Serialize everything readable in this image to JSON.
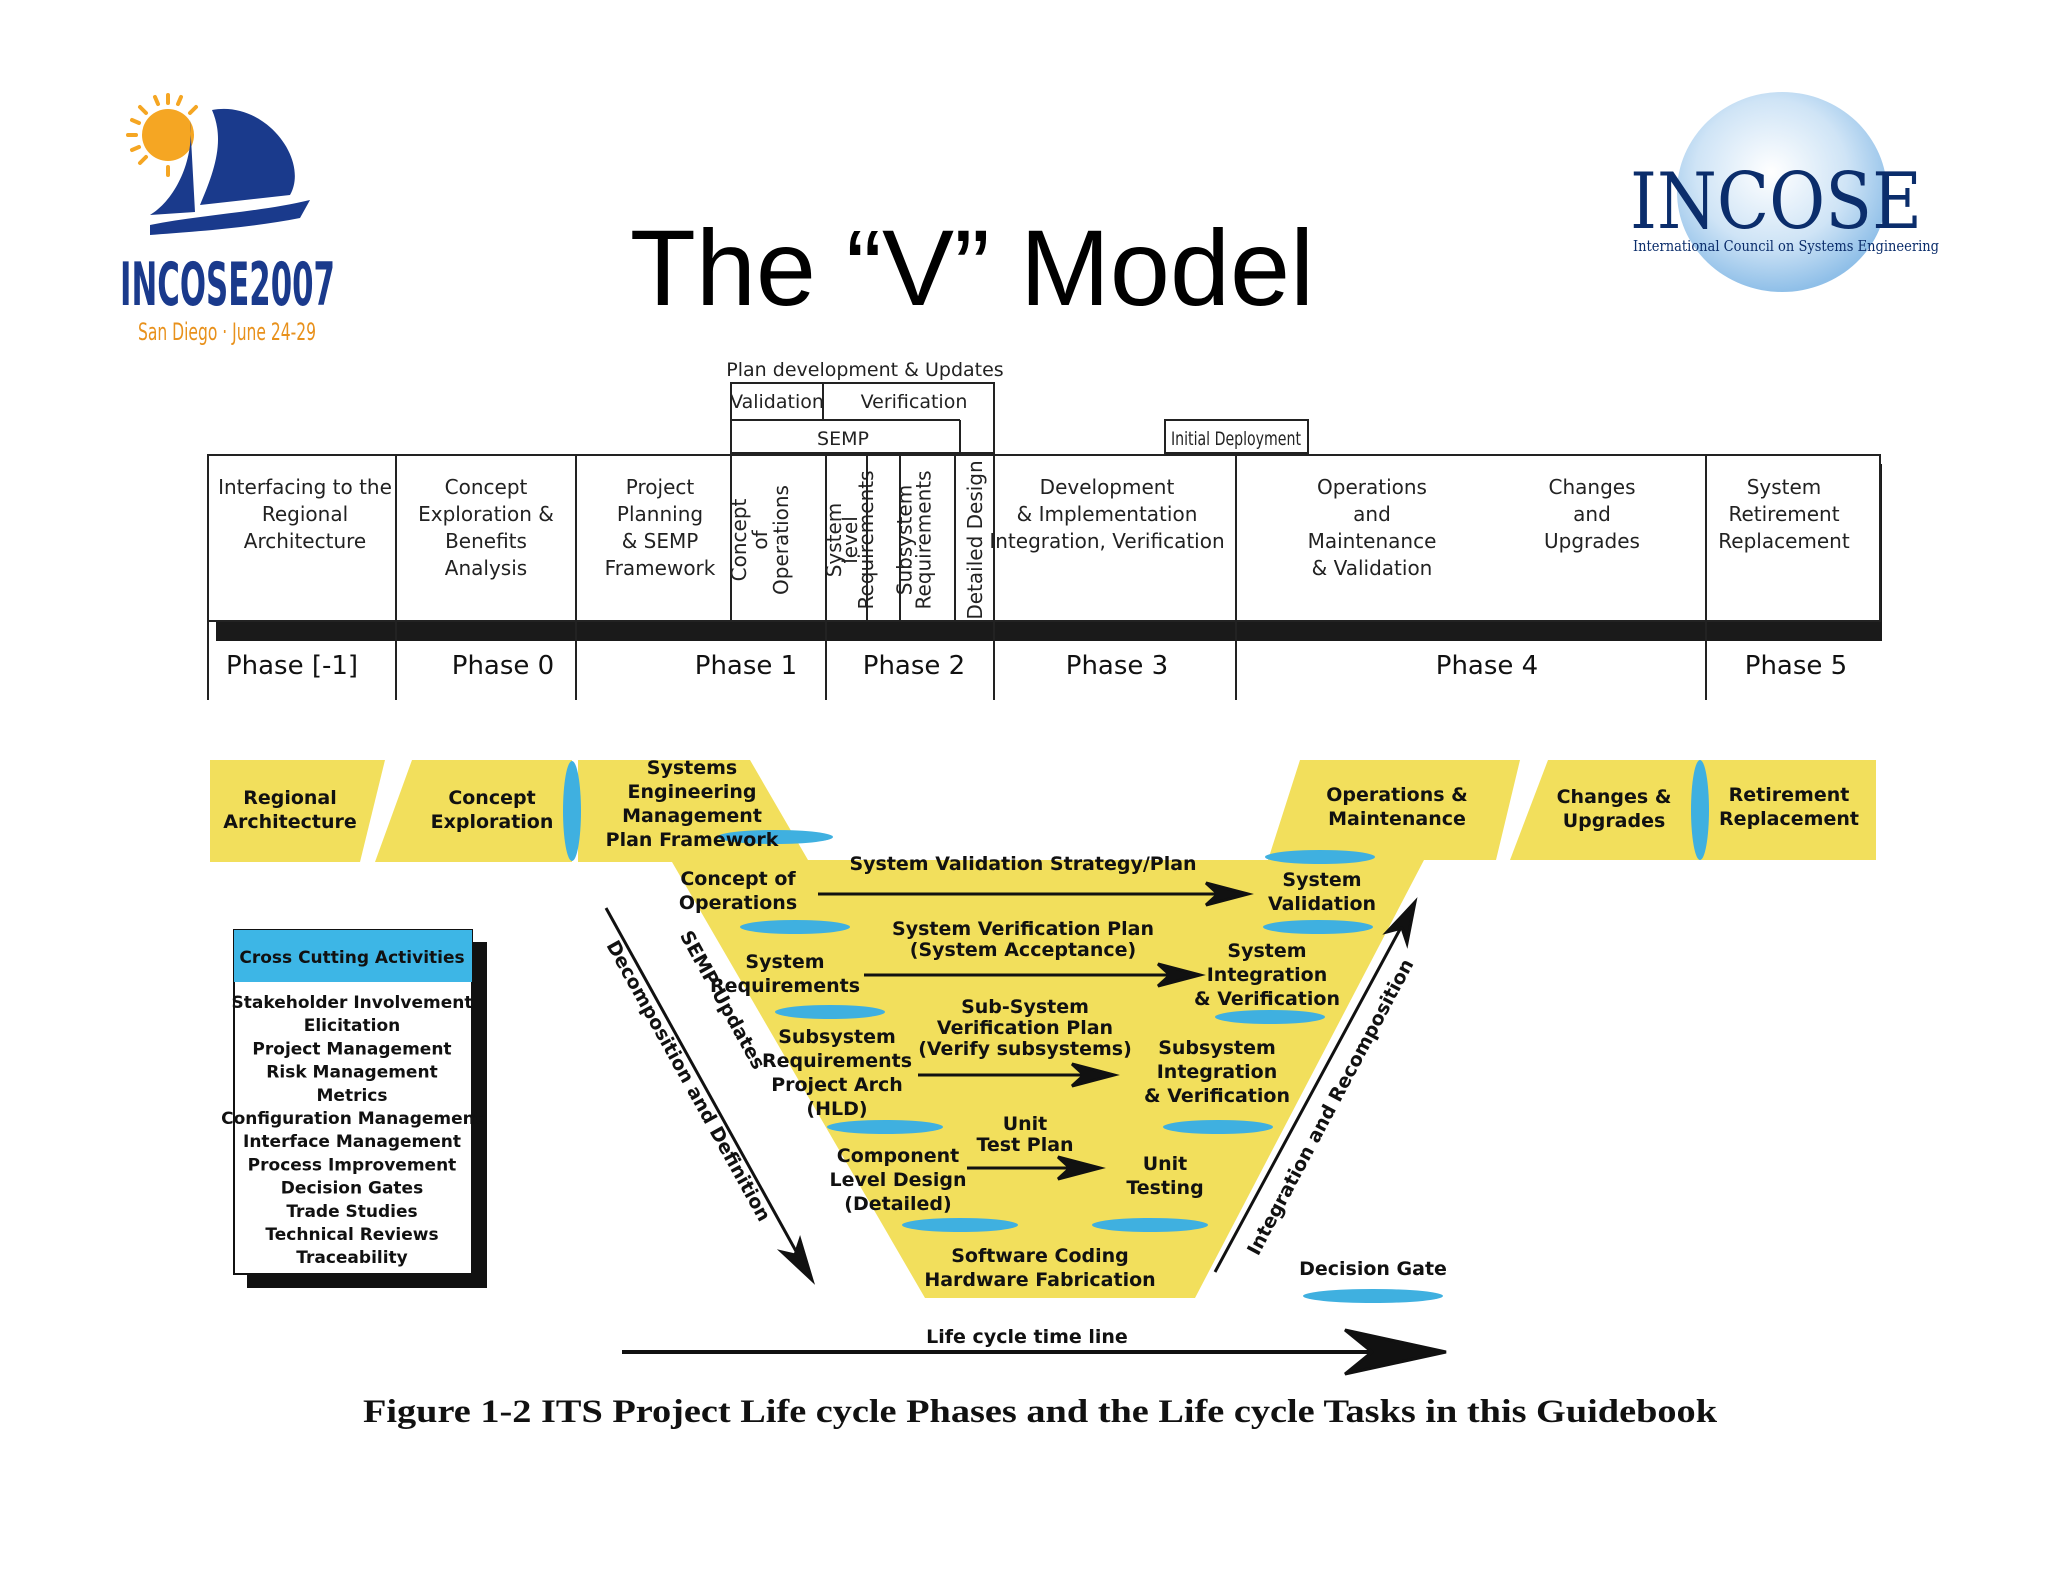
{
  "slide": {
    "title": "The “V” Model",
    "caption": "Figure 1-2 ITS Project Life cycle Phases and the Life cycle Tasks in this Guidebook"
  },
  "logos": {
    "left": {
      "name": "INCOSE2007",
      "sub": "San Diego · June 24-29"
    },
    "right": {
      "name": "INCOSE",
      "sub": "International Council on Systems Engineering"
    }
  },
  "top_labels": {
    "plan": "Plan development & Updates",
    "validation": "Validation",
    "verification": "Verification",
    "semp": "SEMP",
    "initial_deployment": "Initial Deployment"
  },
  "phase_table": {
    "columns": [
      {
        "lines": [
          "Interfacing to the",
          "Regional",
          "Architecture"
        ]
      },
      {
        "lines": [
          "Concept",
          "Exploration &",
          "Benefits",
          "Analysis"
        ]
      },
      {
        "lines": [
          "Project",
          "Planning",
          "& SEMP",
          "Framework"
        ]
      },
      {
        "lines": [
          "Development",
          "& Implementation",
          "Integration, Verification"
        ]
      },
      {
        "lines": [
          "Operations",
          "and",
          "Maintenance",
          "& Validation"
        ]
      },
      {
        "lines": [
          "Changes",
          "and",
          "Upgrades"
        ]
      },
      {
        "lines": [
          "System",
          "Retirement",
          "Replacement"
        ]
      }
    ],
    "rotated": [
      {
        "lines": [
          "Concept",
          "of",
          "Operations"
        ]
      },
      {
        "lines": [
          "System",
          "level",
          "Requirements"
        ]
      },
      {
        "lines": [
          "Subsystem",
          "Requirements"
        ]
      },
      {
        "lines": [
          "Detailed Design"
        ]
      }
    ],
    "phases": [
      "Phase [-1]",
      "Phase 0",
      "Phase 1",
      "Phase 2",
      "Phase 3",
      "Phase 4",
      "Phase 5"
    ]
  },
  "vmodel": {
    "top_band": [
      {
        "lines": [
          "Regional",
          "Architecture"
        ]
      },
      {
        "lines": [
          "Concept",
          "Exploration"
        ]
      },
      {
        "lines": [
          "Systems",
          "Engineering",
          "Management",
          "Plan Framework"
        ]
      },
      {
        "lines": [
          "Operations &",
          "Maintenance"
        ]
      },
      {
        "lines": [
          "Changes &",
          "Upgrades"
        ]
      },
      {
        "lines": [
          "Retirement",
          "Replacement"
        ]
      }
    ],
    "left_leg": [
      {
        "lines": [
          "Concept of",
          "Operations"
        ]
      },
      {
        "lines": [
          "System",
          "Requirements"
        ]
      },
      {
        "lines": [
          "Subsystem",
          "Requirements",
          "Project Arch",
          "(HLD)"
        ]
      },
      {
        "lines": [
          "Component",
          "Level Design",
          "(Detailed)"
        ]
      }
    ],
    "bottom": {
      "lines": [
        "Software Coding",
        "Hardware Fabrication"
      ]
    },
    "right_leg": [
      {
        "lines": [
          "System",
          "Validation"
        ]
      },
      {
        "lines": [
          "System",
          "Integration",
          "& Verification"
        ]
      },
      {
        "lines": [
          "Subsystem",
          "Integration",
          "& Verification"
        ]
      },
      {
        "lines": [
          "Unit",
          "Testing"
        ]
      }
    ],
    "plans": [
      {
        "lines": [
          "System Validation Strategy/Plan"
        ]
      },
      {
        "lines": [
          "System Verification Plan",
          "(System Acceptance)"
        ]
      },
      {
        "lines": [
          "Sub-System",
          "Verification Plan",
          "(Verify subsystems)"
        ]
      },
      {
        "lines": [
          "Unit",
          "Test Plan"
        ]
      }
    ],
    "semp_updates": "SEMP Updates",
    "decomposition": "Decomposition and Definition",
    "integration": "Integration and Recomposition",
    "decision_gate": "Decision Gate",
    "timeline": "Life cycle time line"
  },
  "cross_cutting": {
    "title": "Cross Cutting Activities",
    "items": [
      "Stakeholder Involvement",
      "Elicitation",
      "Project Management",
      "Risk Management",
      "Metrics",
      "Configuration Management",
      "Interface Management",
      "Process Improvement",
      "Decision Gates",
      "Trade Studies",
      "Technical Reviews",
      "Traceability"
    ]
  },
  "colors": {
    "yellow": "#f2df5c",
    "gate_blue": "#3fb0e0",
    "box_blue": "#3db6e6",
    "navy": "#1a3a8c",
    "sun": "#f5a623"
  }
}
